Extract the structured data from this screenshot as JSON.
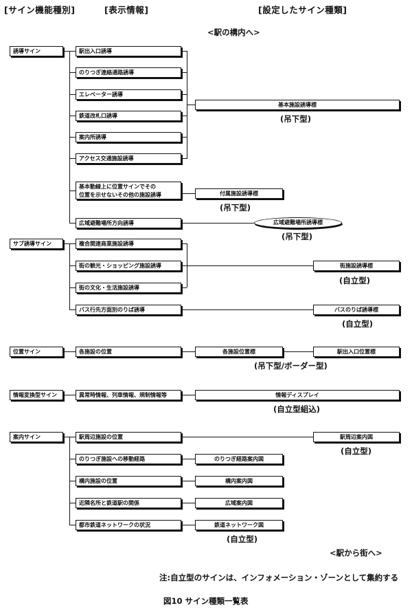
{
  "headers": {
    "col1": "[サイン機能種別]",
    "col2": "[表示情報]",
    "col3": "[設定したサイン種類]"
  },
  "zone_station_inside": "<駅の構内へ>",
  "zone_station_to_town": "<駅から街へ>",
  "sections": {
    "guidance": {
      "category": "誘導サイン",
      "items": [
        "駅出入口誘導",
        "のりつぎ連絡通路誘導",
        "エレベーター誘導",
        "鉄道改札口誘導",
        "案内所誘導",
        "アクセス交通施設誘導"
      ],
      "item_7_line1": "基本動線上に位置サインでその",
      "item_7_line2": "位置を示せないその他の施設誘導",
      "item_8": "広域避難場所方向誘導",
      "sign_basic": "基本施設誘導標",
      "sign_basic_type": "(吊下型)",
      "sign_attached": "付属施設誘導標",
      "sign_attached_type": "(吊下型)",
      "sign_evac": "広域避難場所誘導標",
      "sign_evac_type": "(吊下型)"
    },
    "sub_guidance": {
      "category": "サブ誘導サイン",
      "items": [
        "複合関連商業施設誘導",
        "街の観光・ショッピング施設誘導",
        "街の文化・生活施設誘導",
        "バス行先方面別のりば誘導"
      ],
      "sign_street": "街施設誘導標",
      "sign_street_type": "(自立型)",
      "sign_bus": "バスのりば誘導標",
      "sign_bus_type": "(自立型)"
    },
    "position": {
      "category": "位置サイン",
      "item": "各施設の位置",
      "sign_facility": "各施設位置標",
      "sign_exit": "駅出入口位置標",
      "sign_type": "(吊下型/ボーダー型)"
    },
    "info": {
      "category": "情報変換型サイン",
      "item": "異常時情報、列車情報、規制情報等",
      "sign": "情報ディスプレイ",
      "sign_type": "(自立型組込)"
    },
    "directory": {
      "category": "案内サイン",
      "items": [
        "駅周辺施設の位置",
        "のりつぎ施設への移動経路",
        "構内施設の位置",
        "近隣名所と鉄道駅の関係",
        "都市鉄道ネットワークの状況"
      ],
      "sign_area": "駅周辺案内図",
      "sign_area_type": "(自立型)",
      "signs": [
        "のりつぎ経路案内図",
        "構内案内図",
        "広域案内図",
        "鉄道ネットワーク図"
      ],
      "signs_type": "(自立型)"
    }
  },
  "note": "注:自立型のサインは、インフォメーション・ゾーンとして集約する",
  "caption": "図10 サイン種類一覧表"
}
